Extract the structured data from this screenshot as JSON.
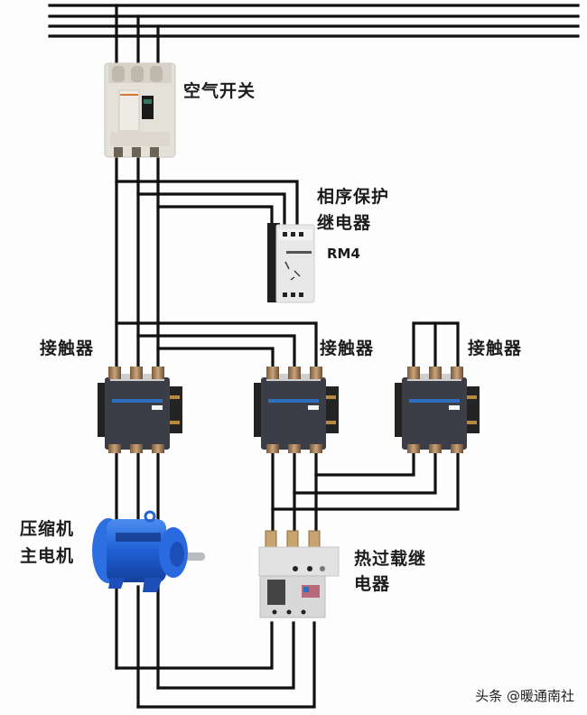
{
  "diagram": {
    "title": "压缩机主电机 星三角启动接线示意",
    "components": {
      "air_switch": {
        "label": "空气开关"
      },
      "phase_relay": {
        "label_line1": "相序保护",
        "label_line2": "继电器",
        "model": "RM4"
      },
      "contactor_main": {
        "label": "接触器"
      },
      "contactor_delta": {
        "label": "接触器"
      },
      "contactor_star": {
        "label": "接触器"
      },
      "motor": {
        "label_line1": "压缩机",
        "label_line2": "主电机"
      },
      "thermal_relay": {
        "label_line1": "热过载继",
        "label_line2": "电器"
      }
    },
    "bus_lines": 4,
    "watermark": "头条 @暖通南社"
  },
  "colors": {
    "wire": "#111111",
    "contactor_body": "#3a3d44",
    "contactor_stripe": "#2f6fc0",
    "terminal_copper": "#b08a62",
    "breaker_body": "#e6e3dc",
    "motor_blue": "#1f63d8",
    "relay_grey": "#dcdcdc"
  }
}
